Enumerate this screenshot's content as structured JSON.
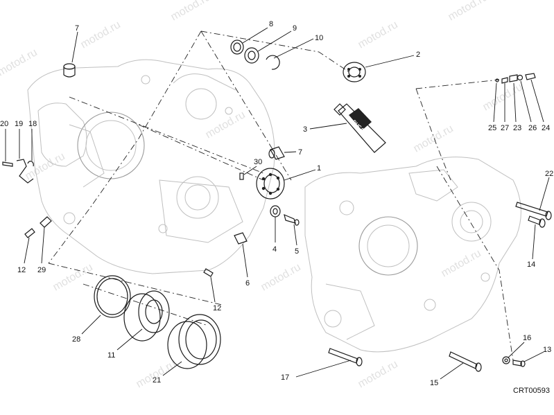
{
  "diagram_code": "CRT00593",
  "watermark": "motod.ru",
  "tube_brand": "DUCATI",
  "labels": [
    "1",
    "2",
    "3",
    "4",
    "5",
    "6",
    "7",
    "7",
    "8",
    "9",
    "10",
    "11",
    "12",
    "12",
    "13",
    "14",
    "15",
    "16",
    "17",
    "18",
    "19",
    "20",
    "21",
    "22",
    "23",
    "24",
    "25",
    "26",
    "27",
    "28",
    "29",
    "30"
  ]
}
